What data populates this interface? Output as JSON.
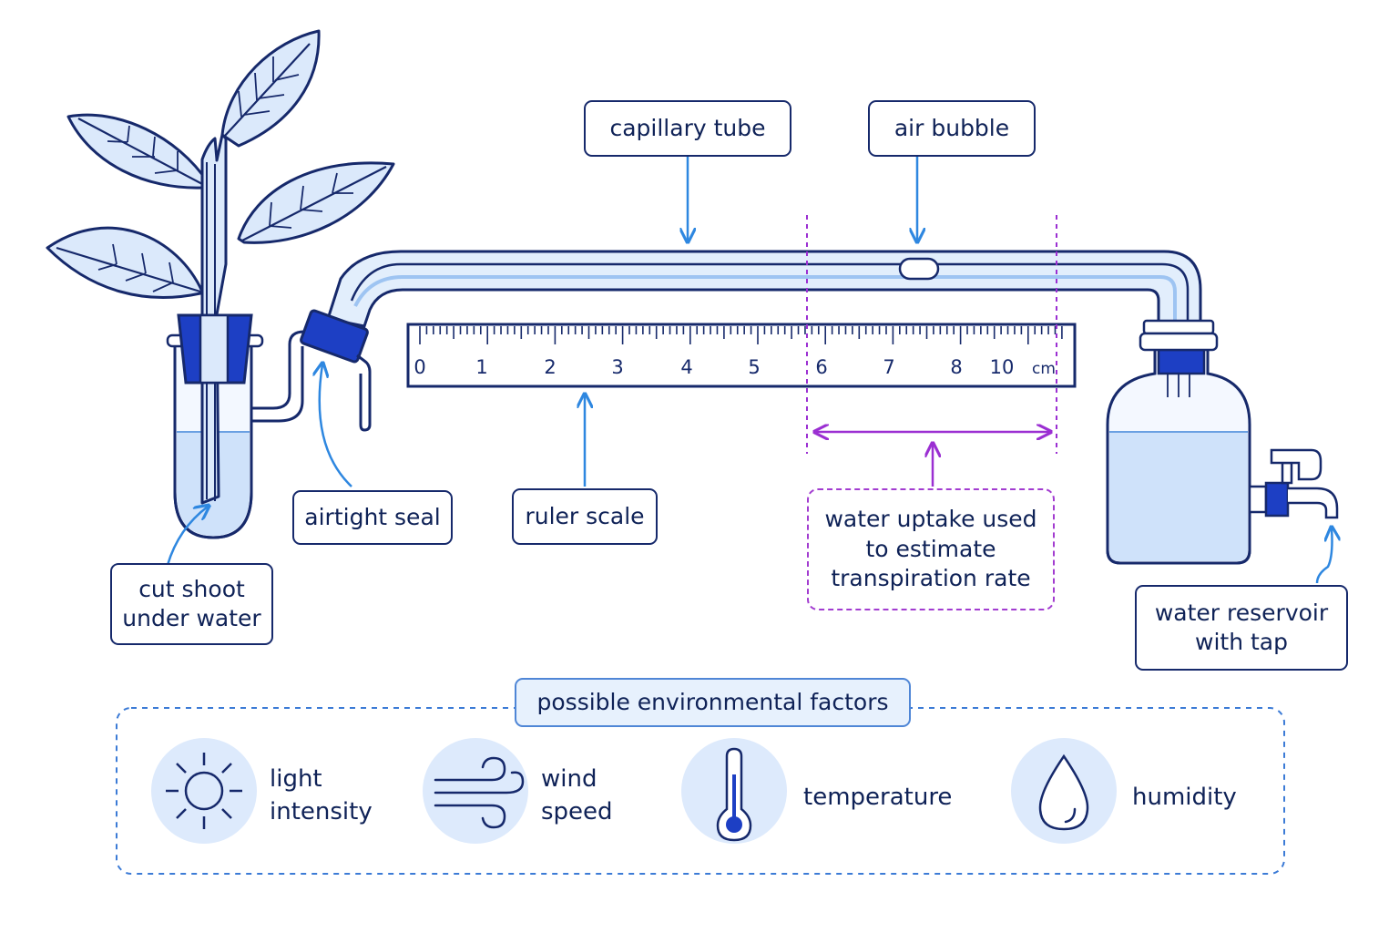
{
  "labels": {
    "capillary_tube": "capillary tube",
    "air_bubble": "air bubble",
    "airtight_seal": "airtight seal",
    "ruler_scale": "ruler scale",
    "cut_shoot": "cut shoot\nunder water",
    "water_uptake": "water uptake used\nto estimate\ntranspiration rate",
    "reservoir": "water reservoir\nwith tap"
  },
  "ruler": {
    "ticks": [
      "0",
      "1",
      "2",
      "3",
      "4",
      "5",
      "6",
      "7",
      "8",
      "10"
    ],
    "unit": "cm"
  },
  "factors": {
    "title": "possible environmental factors",
    "items": [
      {
        "label": "light\nintensity",
        "icon": "sun-icon"
      },
      {
        "label": "wind\nspeed",
        "icon": "wind-icon"
      },
      {
        "label": "temperature",
        "icon": "thermometer-icon"
      },
      {
        "label": "humidity",
        "icon": "water-drop-icon"
      }
    ]
  },
  "colors": {
    "outline": "#16296b",
    "water": "#d4e6fb",
    "accent_blue": "#2e87e0",
    "measurement_purple": "#9b2fd2",
    "stopper": "#1d3fc4"
  }
}
